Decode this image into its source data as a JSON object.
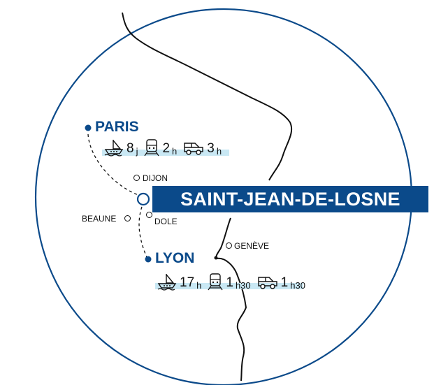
{
  "destination": "SAINT-JEAN-DE-LOSNE",
  "origins": [
    {
      "name": "PARIS",
      "boat": {
        "value": "8",
        "unit": "j"
      },
      "train": {
        "value": "2",
        "unit": "h"
      },
      "car": {
        "value": "3",
        "unit": "h"
      }
    },
    {
      "name": "LYON",
      "boat": {
        "value": "17",
        "unit": "h"
      },
      "train": {
        "value": "1",
        "unit": "h30"
      },
      "car": {
        "value": "1",
        "unit": "h30"
      }
    }
  ],
  "towns": [
    "DIJON",
    "BEAUNE",
    "DOLE",
    "GENÈVE"
  ],
  "colors": {
    "primary": "#0b4a8a",
    "band": "#c9e8f4"
  },
  "icons": [
    "boat-icon",
    "train-icon",
    "car-icon"
  ]
}
